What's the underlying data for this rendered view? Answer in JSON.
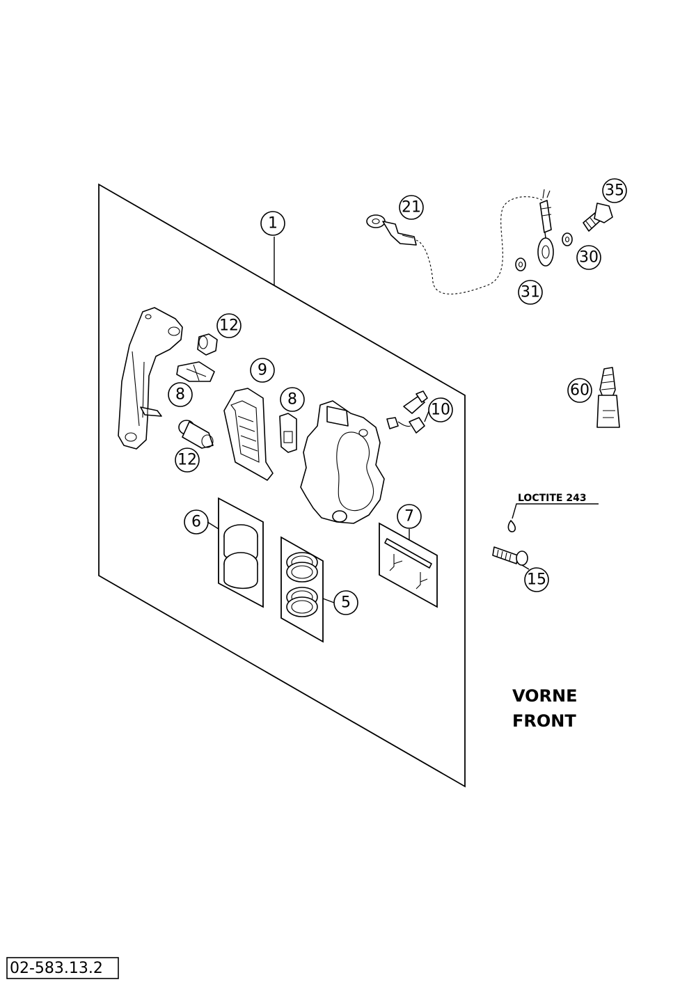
{
  "callouts": {
    "c1": "1",
    "c21": "21",
    "c35": "35",
    "c30": "30",
    "c31": "31",
    "c12a": "12",
    "c9": "9",
    "c8a": "8",
    "c8b": "8",
    "c10": "10",
    "c12b": "12",
    "c60": "60",
    "c6": "6",
    "c7": "7",
    "c5": "5",
    "c15": "15"
  },
  "labels": {
    "loctite": "LOCTITE 243",
    "vorne": "VORNE",
    "front": "FRONT"
  },
  "document_number": "02-583.13.2"
}
